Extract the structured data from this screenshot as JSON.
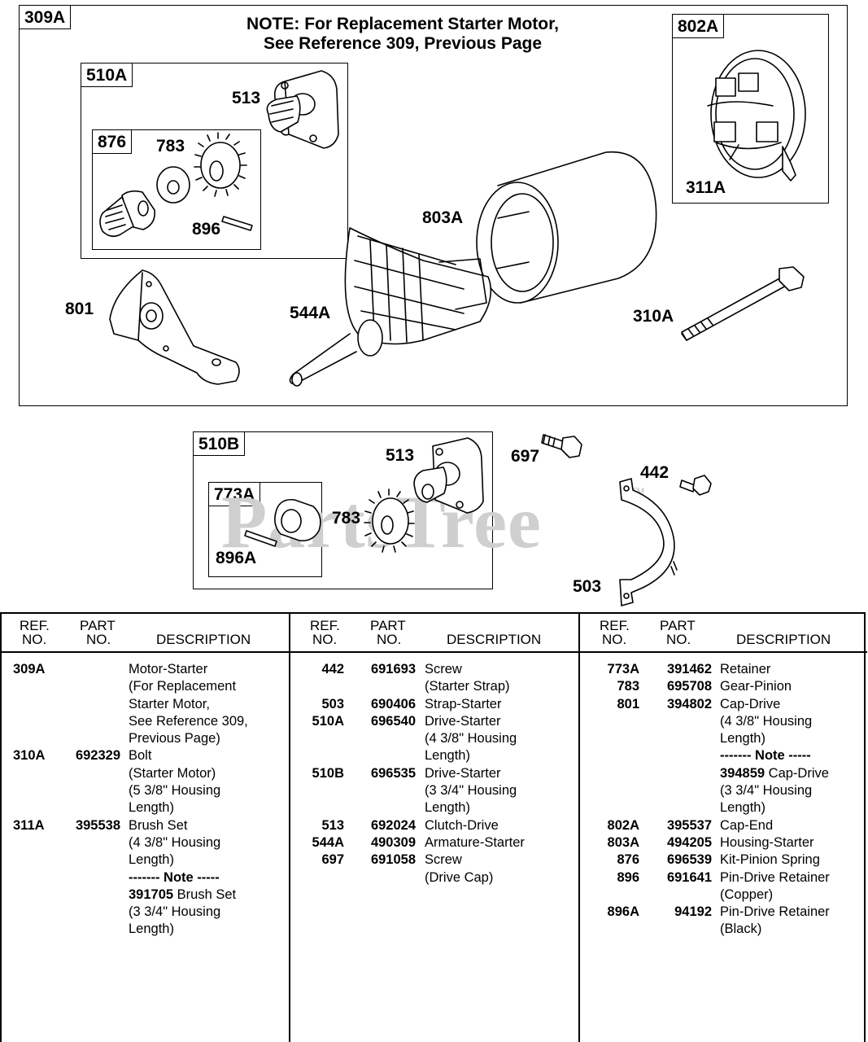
{
  "diagram": {
    "box_309a": {
      "tag": "309A"
    },
    "note_lines": [
      "NOTE: For Replacement Starter Motor,",
      "See Reference 309, Previous Page"
    ],
    "box_510a": {
      "tag": "510A"
    },
    "box_876": {
      "tag": "876"
    },
    "box_802a": {
      "tag": "802A"
    },
    "box_510b": {
      "tag": "510B"
    },
    "box_773a": {
      "tag": "773A"
    },
    "callouts": {
      "c513a": "513",
      "c783a": "783",
      "c896": "896",
      "c311a": "311A",
      "c803a": "803A",
      "c801": "801",
      "c544a": "544A",
      "c310a": "310A",
      "c513b": "513",
      "c697": "697",
      "c442": "442",
      "c783b": "783",
      "c896a": "896A",
      "c503": "503"
    },
    "watermark": "PartsTree",
    "trademark": "TM"
  },
  "table": {
    "headers": {
      "ref": [
        "REF.",
        "NO."
      ],
      "part": [
        "PART",
        "NO."
      ],
      "desc": "DESCRIPTION"
    },
    "columns": [
      [
        {
          "ref": "309A",
          "part": "",
          "desc": "Motor-Starter"
        },
        {
          "ref": "",
          "part": "",
          "desc": "(For Replacement"
        },
        {
          "ref": "",
          "part": "",
          "desc": "Starter Motor,"
        },
        {
          "ref": "",
          "part": "",
          "desc": "See Reference 309,"
        },
        {
          "ref": "",
          "part": "",
          "desc": "Previous Page)"
        },
        {
          "ref": "310A",
          "part": "692329",
          "desc": "Bolt"
        },
        {
          "ref": "",
          "part": "",
          "desc": "(Starter Motor)"
        },
        {
          "ref": "",
          "part": "",
          "desc": "(5 3/8\" Housing"
        },
        {
          "ref": "",
          "part": "",
          "desc": "Length)"
        },
        {
          "ref": "311A",
          "part": "395538",
          "desc": "Brush Set"
        },
        {
          "ref": "",
          "part": "",
          "desc": "(4 3/8\" Housing"
        },
        {
          "ref": "",
          "part": "",
          "desc": "Length)"
        },
        {
          "ref": "",
          "part": "",
          "desc": "------- Note -----",
          "bold": true
        },
        {
          "ref": "",
          "part": "",
          "desc_bold": "391705",
          "desc": " Brush Set"
        },
        {
          "ref": "",
          "part": "",
          "desc": "(3 3/4\" Housing"
        },
        {
          "ref": "",
          "part": "",
          "desc": "Length)"
        }
      ],
      [
        {
          "ref": "442",
          "part": "691693",
          "desc": "Screw"
        },
        {
          "ref": "",
          "part": "",
          "desc": "(Starter Strap)"
        },
        {
          "ref": "503",
          "part": "690406",
          "desc": "Strap-Starter"
        },
        {
          "ref": "510A",
          "part": "696540",
          "desc": "Drive-Starter"
        },
        {
          "ref": "",
          "part": "",
          "desc": "(4 3/8\" Housing"
        },
        {
          "ref": "",
          "part": "",
          "desc": "Length)"
        },
        {
          "ref": "510B",
          "part": "696535",
          "desc": "Drive-Starter"
        },
        {
          "ref": "",
          "part": "",
          "desc": "(3 3/4\" Housing"
        },
        {
          "ref": "",
          "part": "",
          "desc": "Length)"
        },
        {
          "ref": "513",
          "part": "692024",
          "desc": "Clutch-Drive"
        },
        {
          "ref": "544A",
          "part": "490309",
          "desc": "Armature-Starter"
        },
        {
          "ref": "697",
          "part": "691058",
          "desc": "Screw"
        },
        {
          "ref": "",
          "part": "",
          "desc": "(Drive Cap)"
        }
      ],
      [
        {
          "ref": "773A",
          "part": "391462",
          "desc": "Retainer"
        },
        {
          "ref": "783",
          "part": "695708",
          "desc": "Gear-Pinion"
        },
        {
          "ref": "801",
          "part": "394802",
          "desc": "Cap-Drive"
        },
        {
          "ref": "",
          "part": "",
          "desc": "(4 3/8\" Housing"
        },
        {
          "ref": "",
          "part": "",
          "desc": "Length)"
        },
        {
          "ref": "",
          "part": "",
          "desc": "------- Note -----",
          "bold": true
        },
        {
          "ref": "",
          "part": "",
          "desc_bold": "394859",
          "desc": " Cap-Drive"
        },
        {
          "ref": "",
          "part": "",
          "desc": "(3 3/4\" Housing"
        },
        {
          "ref": "",
          "part": "",
          "desc": "Length)"
        },
        {
          "ref": "802A",
          "part": "395537",
          "desc": "Cap-End"
        },
        {
          "ref": "803A",
          "part": "494205",
          "desc": "Housing-Starter"
        },
        {
          "ref": "876",
          "part": "696539",
          "desc": "Kit-Pinion Spring"
        },
        {
          "ref": "896",
          "part": "691641",
          "desc": "Pin-Drive Retainer"
        },
        {
          "ref": "",
          "part": "",
          "desc": "(Copper)"
        },
        {
          "ref": "896A",
          "part": "94192",
          "desc": "Pin-Drive Retainer"
        },
        {
          "ref": "",
          "part": "",
          "desc": "(Black)"
        }
      ]
    ]
  }
}
